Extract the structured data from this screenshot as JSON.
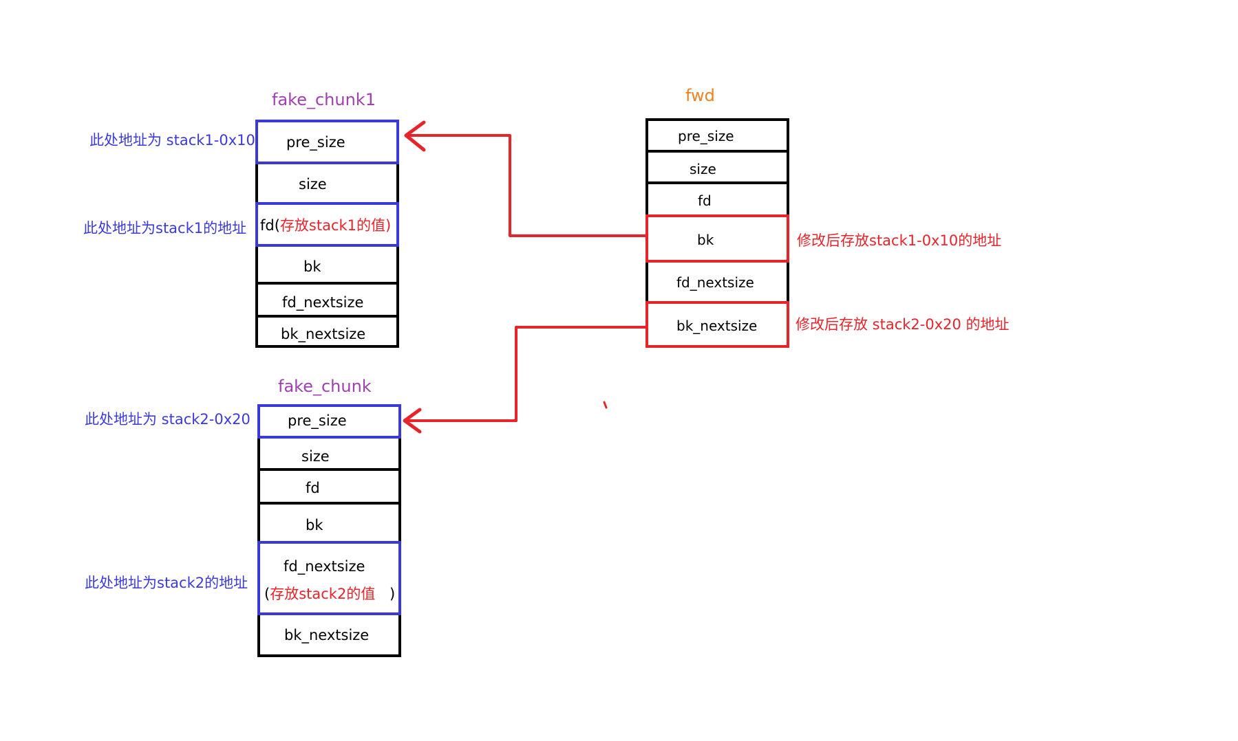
{
  "colors": {
    "purple": "#a040b0",
    "orange": "#f08020",
    "blue": "#3a3adc",
    "red": "#e8232a",
    "black": "#000000"
  },
  "fake_chunk1": {
    "title": "fake_chunk1",
    "cells": {
      "pre_size": "pre_size",
      "size": "size",
      "fd_prefix": "fd(",
      "fd_note": "存放stack1的值)",
      "bk": "bk",
      "fd_nextsize": "fd_nextsize",
      "bk_nextsize": "bk_nextsize"
    },
    "notes": {
      "pre_size_addr": "此处地址为 stack1-0x10",
      "fd_addr": "此处地址为stack1的地址"
    }
  },
  "fake_chunk": {
    "title": "fake_chunk",
    "cells": {
      "pre_size": "pre_size",
      "size": "size",
      "fd": "fd",
      "bk": "bk",
      "fd_nextsize": "fd_nextsize",
      "fd_nextsize_open": "(",
      "fd_nextsize_note": "存放stack2的值",
      "fd_nextsize_close": ")",
      "bk_nextsize": "bk_nextsize"
    },
    "notes": {
      "pre_size_addr": "此处地址为 stack2-0x20",
      "fd_nextsize_addr": "此处地址为stack2的地址"
    }
  },
  "fwd": {
    "title": "fwd",
    "cells": {
      "pre_size": "pre_size",
      "size": "size",
      "fd": "fd",
      "bk": "bk",
      "fd_nextsize": "fd_nextsize",
      "bk_nextsize": "bk_nextsize"
    },
    "notes": {
      "bk_modified": "修改后存放stack1-0x10的地址",
      "bk_nextsize_modified": "修改后存放 stack2-0x20 的地址"
    }
  }
}
